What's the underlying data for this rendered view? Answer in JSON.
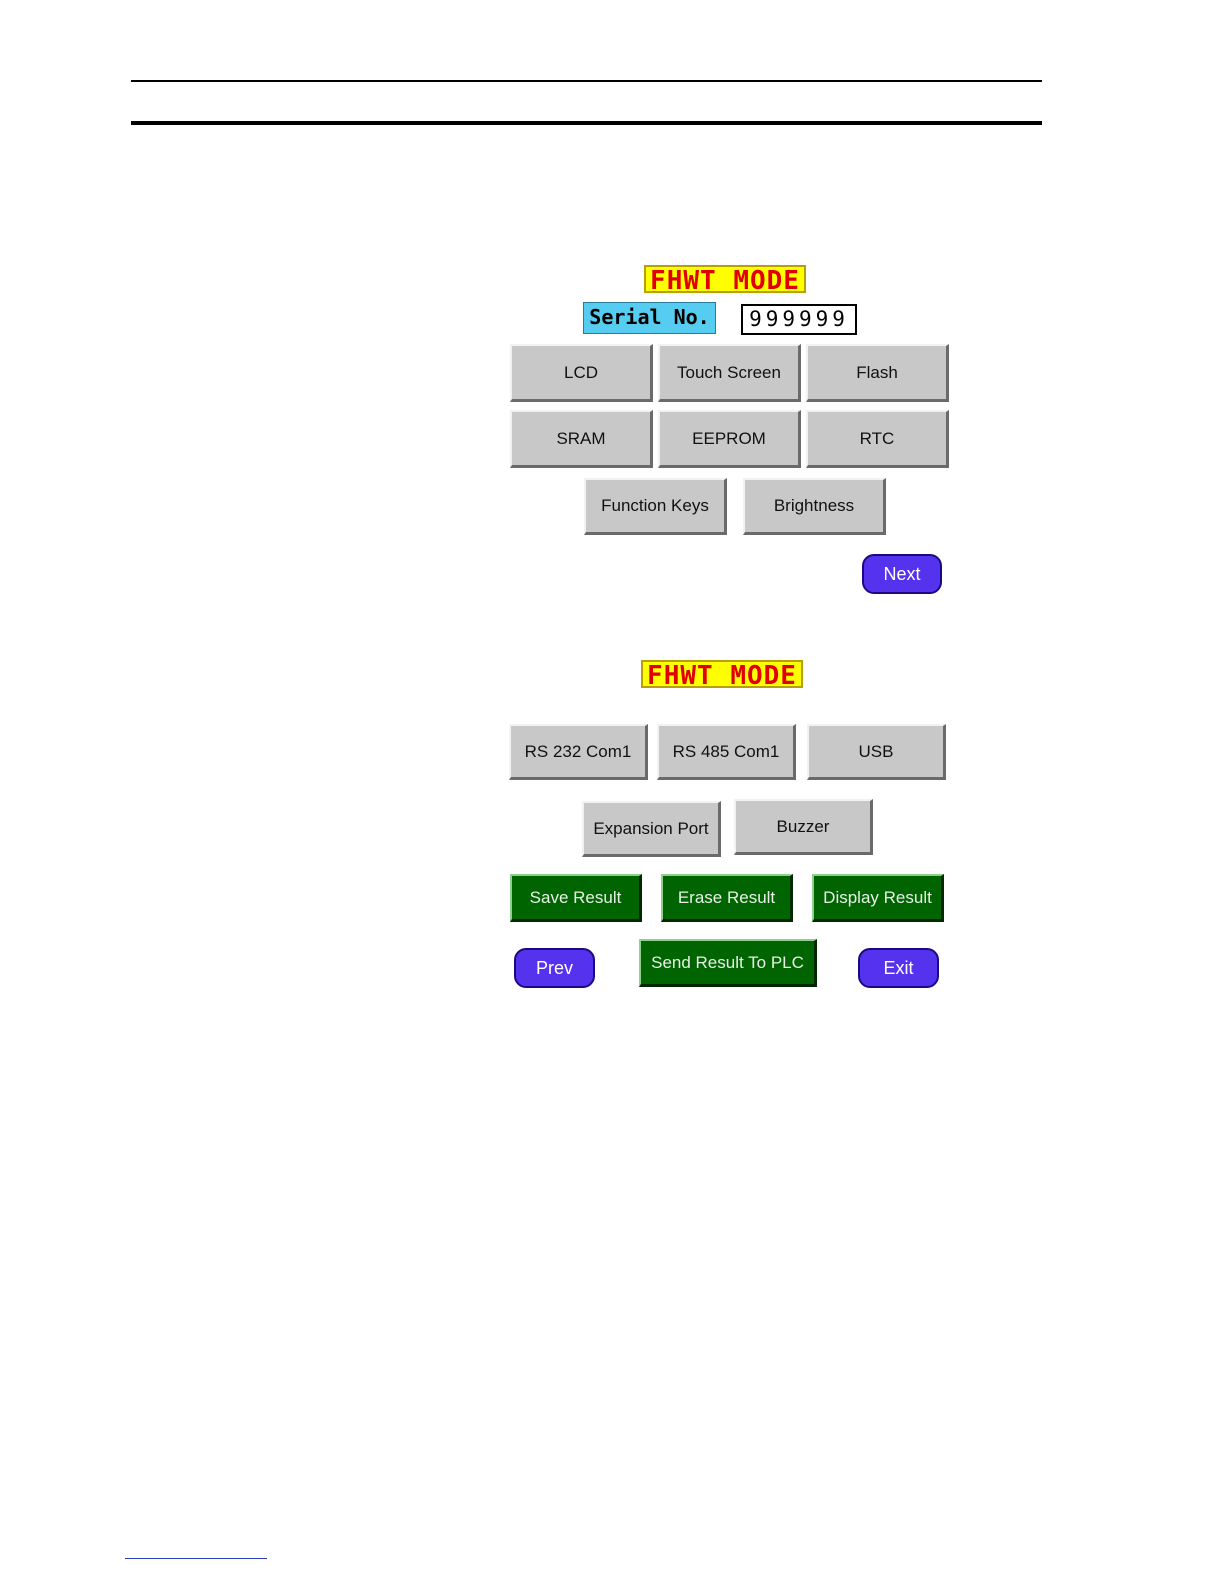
{
  "screen1": {
    "title": "FHWT MODE",
    "serial_label": "Serial No.",
    "serial_value": "999999",
    "buttons": [
      "LCD",
      "Touch Screen",
      "Flash",
      "SRAM",
      "EEPROM",
      "RTC",
      "Function Keys",
      "Brightness"
    ],
    "next": "Next"
  },
  "screen2": {
    "title": "FHWT MODE",
    "buttons": [
      "RS 232 Com1",
      "RS 485 Com1",
      "USB",
      "Expansion Port",
      "Buzzer"
    ],
    "result_buttons": [
      "Save Result",
      "Erase Result",
      "Display Result",
      "Send Result To PLC"
    ],
    "prev": "Prev",
    "exit": "Exit"
  },
  "colors": {
    "title_bg": "#ffff00",
    "title_text": "#e00000",
    "serial_bg": "#55ccf0",
    "gray_button": "#c8c8c8",
    "green_button": "#006400",
    "nav_button": "#5533ee"
  }
}
